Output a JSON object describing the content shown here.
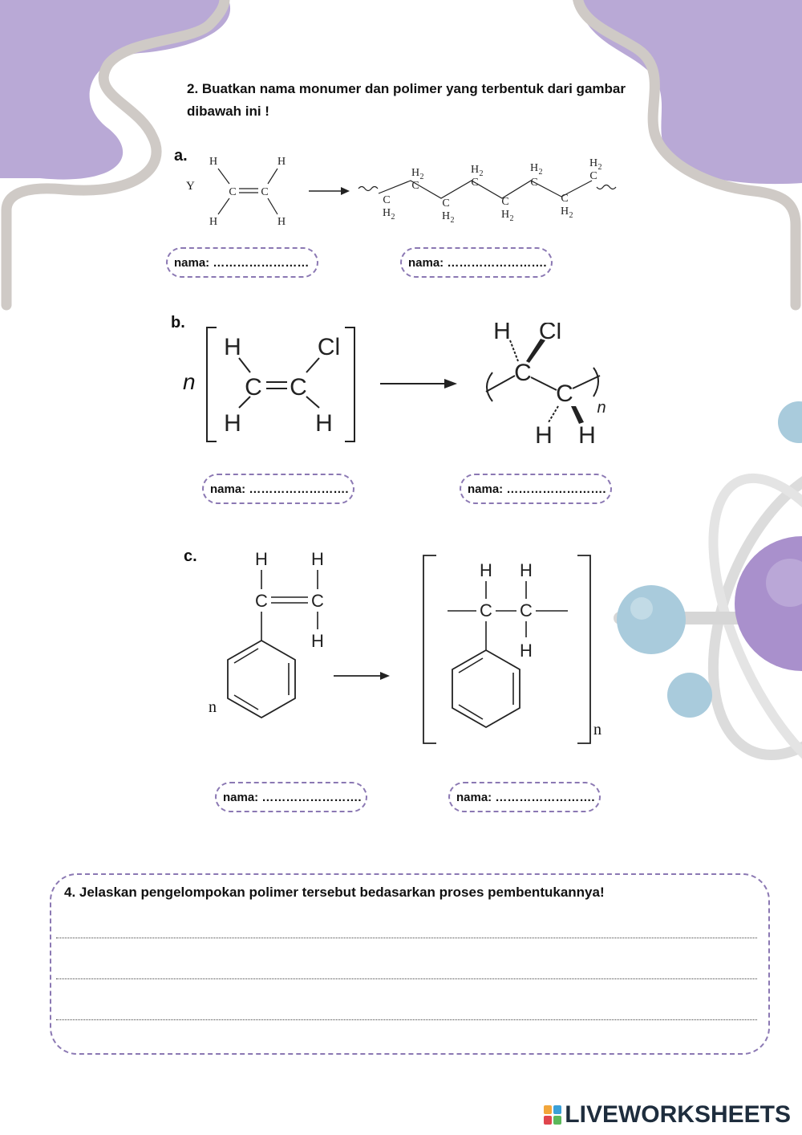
{
  "colors": {
    "lavender": "#b9a9d6",
    "border_gray": "#cfcac6",
    "dash_purple": "#8b78b3",
    "atom_purple": "#a990cc",
    "atom_blue": "#a9cbdc",
    "orbit": "#dcdcdc"
  },
  "question2": {
    "text": "2. Buatkan nama monumer dan polimer yang terbentuk dari gambar dibawah ini !"
  },
  "items": {
    "a": {
      "letter": "a.",
      "prefix_label": "Y",
      "monomer_name": "nama: ……………………",
      "polymer_name": "nama: ……………………."
    },
    "b": {
      "letter": "b.",
      "coefficient": "n",
      "monomer_name": "nama: …………………….",
      "polymer_name": "nama: ……………………."
    },
    "c": {
      "letter": "c.",
      "coefficient": "n",
      "subscript": "n",
      "monomer_name": "nama: …………………….",
      "polymer_name": "nama: ……………………."
    }
  },
  "question4": {
    "text": "4. Jelaskan pengelompokan polimer tersebut bedasarkan proses pembentukannya!"
  },
  "brand": {
    "text": "LIVEWORKSHEETS"
  },
  "icons": [
    "arrow-icon",
    "atom-model-illustration",
    "liveworksheets-logo-icon"
  ]
}
